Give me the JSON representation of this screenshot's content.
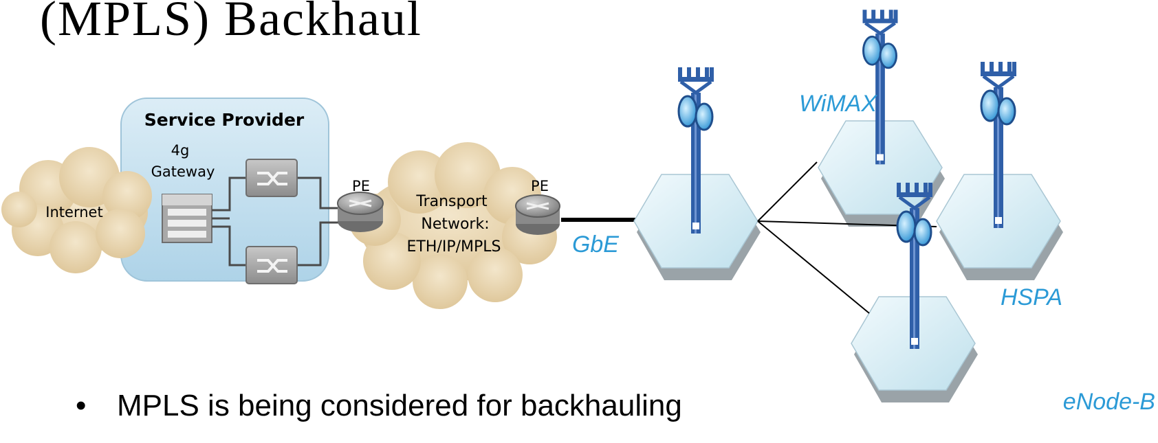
{
  "slide": {
    "title": "(MPLS) Backhaul",
    "bullets": [
      "MPLS is being considered for backhauling"
    ]
  },
  "diagram": {
    "service_provider_label": "Service Provider",
    "gateway_label_line1": "4g",
    "gateway_label_line2": "Gateway",
    "internet_label": "Internet",
    "pe_left_label": "PE",
    "pe_right_label": "PE",
    "transport_line1": "Transport",
    "transport_line2": "Network:",
    "transport_line3": "ETH/IP/MPLS",
    "gbe_label": "GbE",
    "wimax_label": "WiMAX",
    "hspa_label": "HSPA",
    "enodeb_label": "eNode-B",
    "colors": {
      "accent_label": "#2b9ad6",
      "cloud": "#e8d6b4",
      "provider_box": "#c4e0ef",
      "tower": "#2f5fa8",
      "hexagon": "#d3ebf3"
    }
  }
}
